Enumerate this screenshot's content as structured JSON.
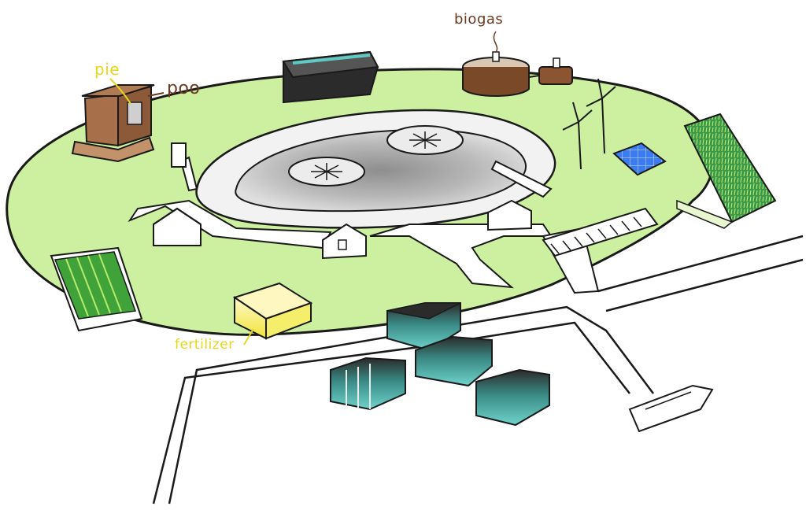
{
  "labels": {
    "biogas": "biogas",
    "pie": "pie",
    "poo": "poo",
    "fertilizer": "fertilizer"
  },
  "colors": {
    "island_green": "#cdf0a0",
    "outline": "#1a1a1a",
    "lagoon_gray": "#bfbfbf",
    "toilet_wood": "#a8704a",
    "biogas_brown": "#7a4a28",
    "fertilizer_yellow": "#f5ee6a",
    "label_brown": "#6b3a1e",
    "label_yellow": "#e8d61a",
    "solar_blue": "#3b7cf0",
    "tank_teal": "#5fc9c3",
    "algae_green": "#3fa33a",
    "grass_roof": "#3a9a4a"
  }
}
